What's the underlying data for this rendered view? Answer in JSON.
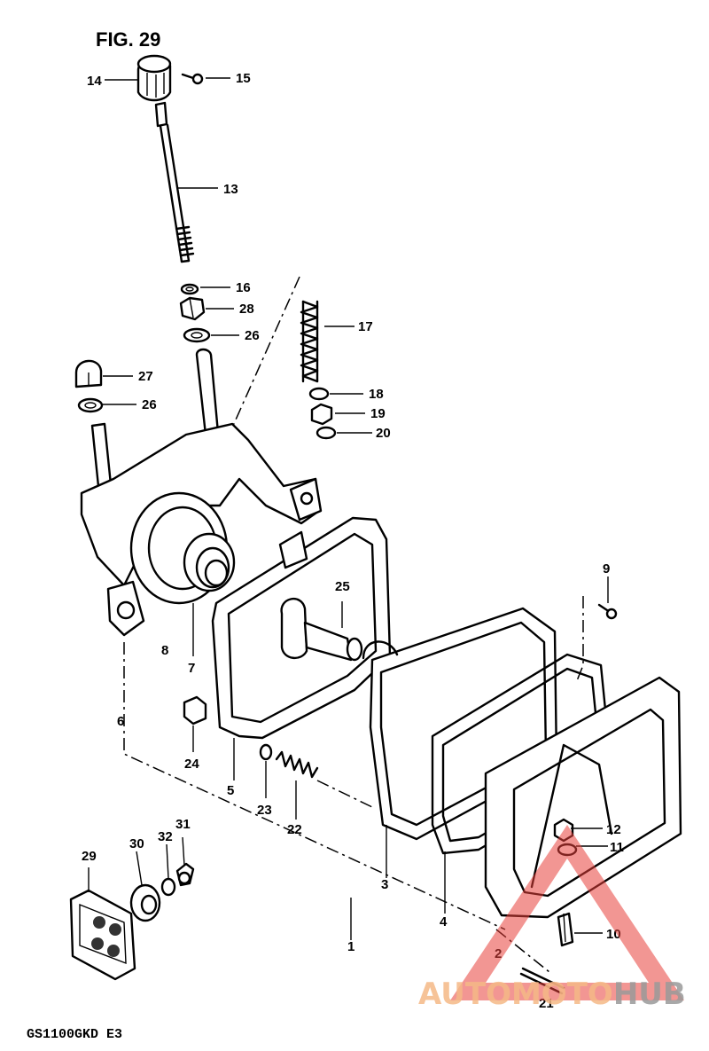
{
  "figure_title": "FIG. 29",
  "model_code": "GS1100GKD E3",
  "watermark": {
    "part1": "AUTOMOTO",
    "part2": "HUB",
    "color_primary": "#f5b987",
    "color_secondary": "#9a9a9a",
    "triangle_color": "#e8403a"
  },
  "labels": {
    "p1": "1",
    "p2": "2",
    "p3": "3",
    "p4": "4",
    "p5": "5",
    "p6": "6",
    "p7": "7",
    "p8": "8",
    "p9": "9",
    "p10": "10",
    "p11": "11",
    "p12": "12",
    "p13": "13",
    "p14": "14",
    "p15": "15",
    "p16": "16",
    "p17": "17",
    "p18": "18",
    "p19": "19",
    "p20": "20",
    "p21": "21",
    "p22": "22",
    "p23": "23",
    "p24": "24",
    "p25": "25",
    "p26a": "26",
    "p26b": "26",
    "p27": "27",
    "p28": "28",
    "p29": "29",
    "p30": "30",
    "p31": "31",
    "p32": "32"
  }
}
